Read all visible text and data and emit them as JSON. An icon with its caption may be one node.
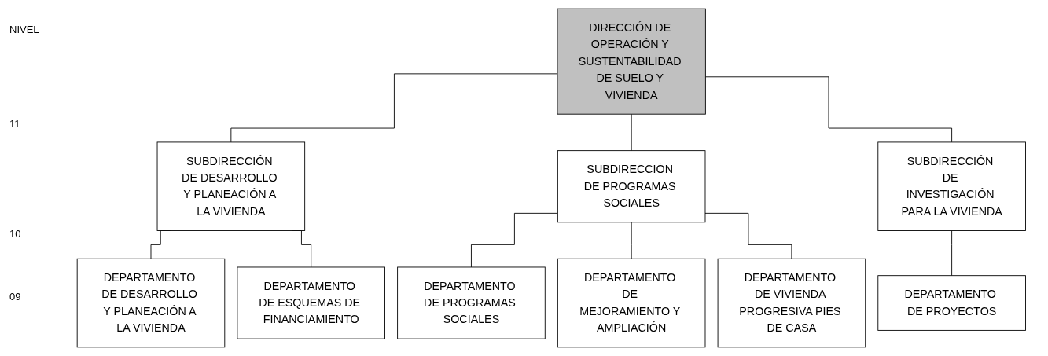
{
  "diagram": {
    "nodes": [
      {
        "text": [
          "DIRECCIÓN DE OPERACIÓN Y SUSTENTABILIDAD DE SUELO Y VIVIENDA"
        ]
      },
      {
        "text": [
          "SUBDIRECCIÓN DE DESARROLLO Y PLANEACIÓN A LA VIVIENDA"
        ]
      },
      {
        "text": [
          "SUBDIRECCIÓN DE PROGRAMAS SOCIALES"
        ]
      },
      {
        "text": [
          "SUBDIRECCIÓN DE INVESTIGACIÓN PARA LA VIVIENDA"
        ]
      },
      {
        "text": [
          "DEPARTAMENTO DE DESARROLLO Y PLANEACIÓN A LA VIVIENDA"
        ]
      },
      {
        "text": [
          "DEPARTAMENTO DE ESQUEMAS DE FINANCIAMIENTO"
        ]
      },
      {
        "text": [
          "DEPARTAMENTO DE PROGRAMAS SOCIALES"
        ]
      },
      {
        "text": [
          "DEPARTAMENTO DE MEJORAMIENTO Y AMPLIACIÓN"
        ]
      },
      {
        "text": [
          "DEPARTAMENTO DE VIVIENDA PROGRESIVA PIES DE CASA"
        ]
      },
      {
        "text": [
          "DEPARTAMENTO DE PROYECTOS"
        ]
      }
    ],
    "edges": [
      {
        "from": 0,
        "to": 1,
        "arrow": "none"
      },
      {
        "from": 0,
        "to": 2,
        "arrow": "none"
      },
      {
        "from": 0,
        "to": 3,
        "arrow": "none"
      },
      {
        "from": 1,
        "to": 4,
        "arrow": "none"
      },
      {
        "from": 1,
        "to": 5,
        "arrow": "none"
      },
      {
        "from": 2,
        "to": 6,
        "arrow": "none"
      },
      {
        "from": 2,
        "to": 7,
        "arrow": "none"
      },
      {
        "from": 2,
        "to": 8,
        "arrow": "none"
      },
      {
        "from": 3,
        "to": 9,
        "arrow": "none"
      }
    ],
    "labels": [
      "NIVEL",
      "11",
      "10",
      "09"
    ]
  }
}
